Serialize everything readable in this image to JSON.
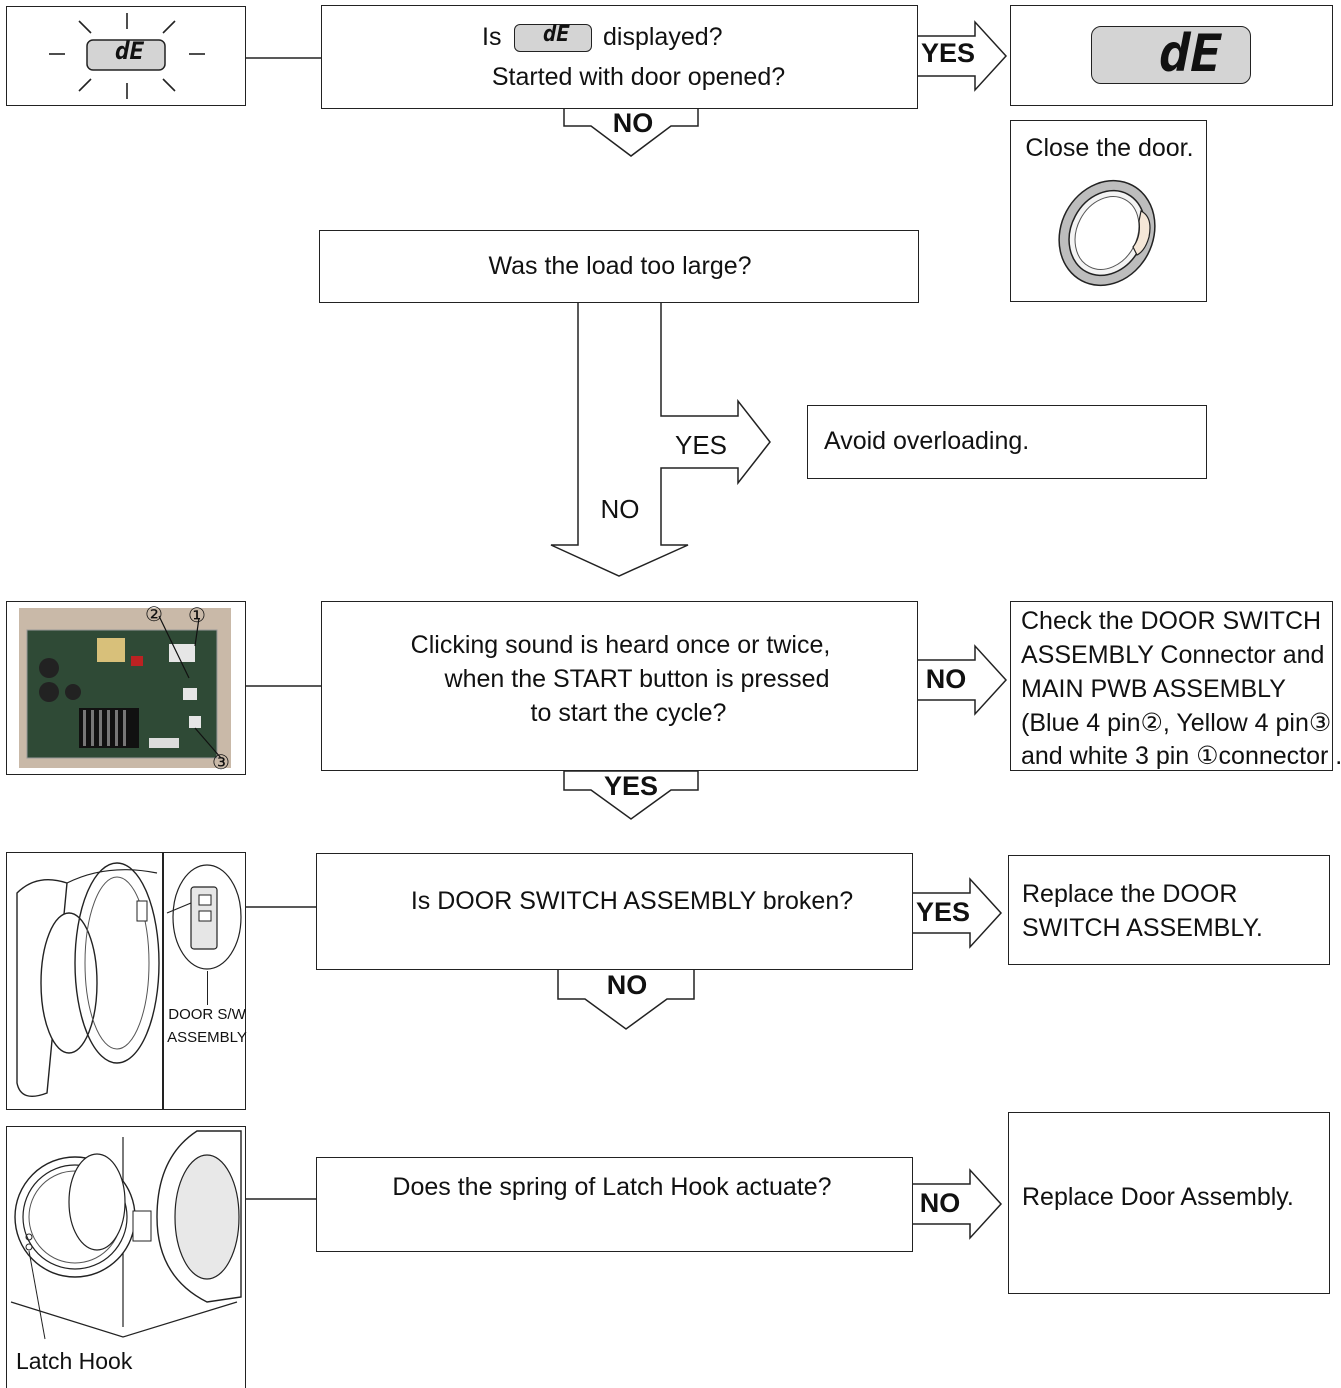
{
  "q1": {
    "line1_pre": "Is",
    "line1_post": "displayed?",
    "line2": "Started with door opened?",
    "display": "dE"
  },
  "q1_status_display": "dE",
  "close_door": "Close the door.",
  "q2": "Was the load too large?",
  "avoid": "Avoid overloading.",
  "q3": {
    "line1": "Clicking sound is heard once or twice,",
    "line2": "when the START button is pressed",
    "line3": "to start the cycle?"
  },
  "check": {
    "line1": "Check the DOOR SWITCH",
    "line2": "ASSEMBLY Connector and",
    "line3": "MAIN PWB ASSEMBLY",
    "line4": "(Blue 4 pin②, Yellow 4 pin③",
    "line5": "and white 3 pin ①connector ."
  },
  "pcb_markers": {
    "m1": "②",
    "m2": "①",
    "m3": "③"
  },
  "q4": "Is DOOR SWITCH ASSEMBLY broken?",
  "replace_switch": {
    "line1": "Replace the DOOR",
    "line2": "SWITCH ASSEMBLY."
  },
  "door_sw_label": {
    "line1": "DOOR S/W",
    "line2": "ASSEMBLY"
  },
  "q5": "Does the spring of Latch Hook actuate?",
  "replace_door": "Replace Door Assembly.",
  "latch_hook": "Latch  Hook",
  "labels": {
    "yes": "YES",
    "no": "NO"
  }
}
